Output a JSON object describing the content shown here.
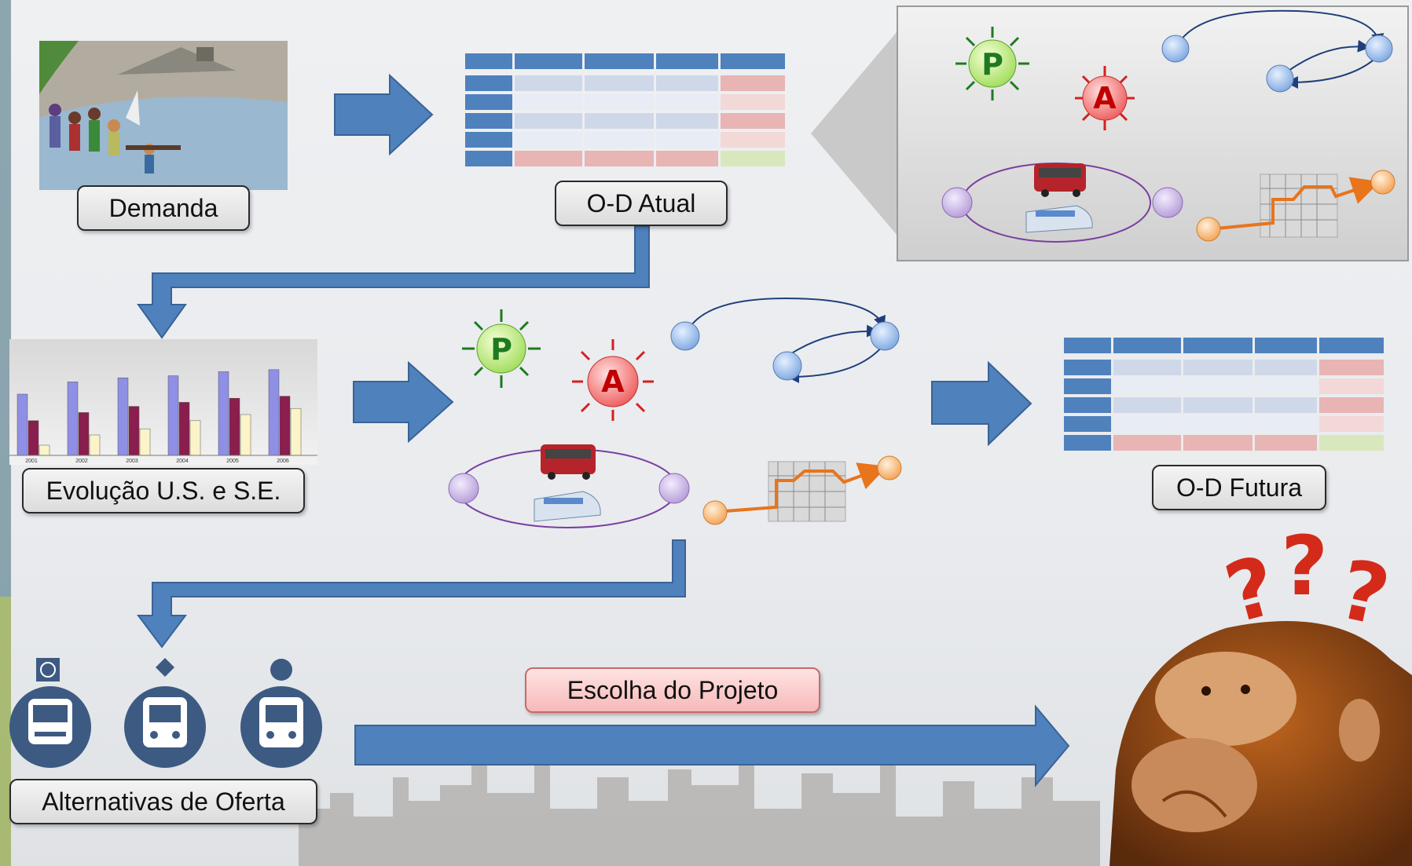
{
  "labels": {
    "demanda": "Demanda",
    "od_atual": "O-D Atual",
    "evolucao": "Evolução U.S. e S.E.",
    "od_futura": "O-D Futura",
    "alternativas": "Alternativas de Oferta",
    "escolha": "Escolha do Projeto"
  },
  "steps": {
    "production": "P",
    "attraction": "A"
  },
  "question_marks": [
    "?",
    "?",
    "?"
  ],
  "bar_chart": {
    "type": "bar",
    "categories": [
      "2001",
      "2002",
      "2003",
      "2004",
      "2005",
      "2006"
    ],
    "series": [
      {
        "values": [
          60,
          72,
          76,
          78,
          82,
          84
        ]
      },
      {
        "values": [
          34,
          42,
          48,
          52,
          56,
          58
        ]
      },
      {
        "values": [
          10,
          20,
          26,
          34,
          40,
          46
        ]
      }
    ],
    "colors": [
      "#8f8fe6",
      "#8a1e4e",
      "#fbf4c8"
    ]
  },
  "colors": {
    "arrow_blue": "#4f81bd",
    "table_header": "#4f81bd",
    "production_green": "#1f7a1f",
    "attraction_red": "#d42020",
    "route_orange": "#e8741c",
    "modal_purple": "#7a3fa0",
    "pink_label": "#f7b9b9"
  },
  "icons": [
    "metro-train-icon",
    "tram-icon",
    "bus-icon",
    "bus-icon",
    "train-icon",
    "monkey-thinking-image",
    "skyline-decoration"
  ]
}
